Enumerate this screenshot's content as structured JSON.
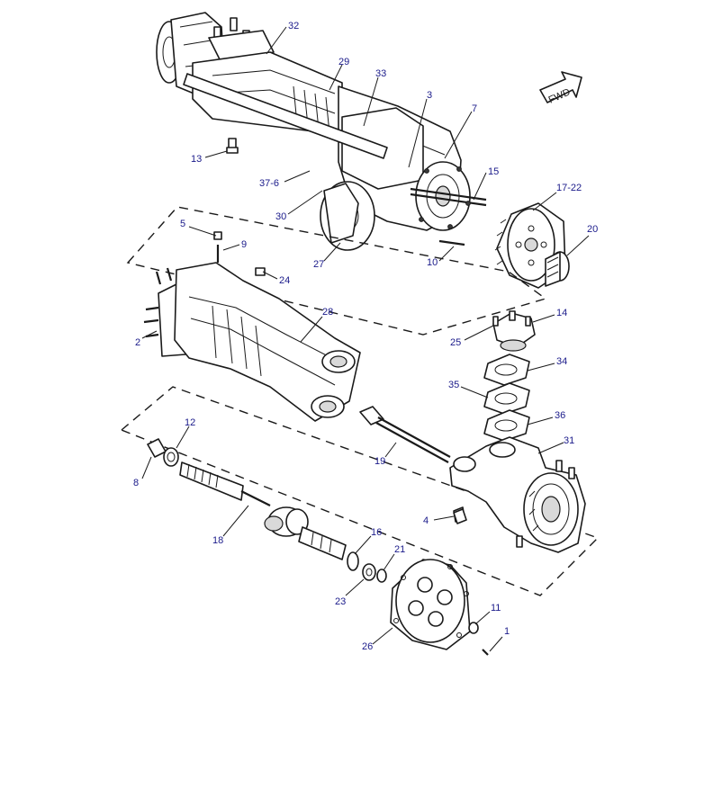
{
  "callouts": [
    {
      "id": "c32",
      "text": "32"
    },
    {
      "id": "c29",
      "text": "29"
    },
    {
      "id": "c33",
      "text": "33"
    },
    {
      "id": "c3",
      "text": "3"
    },
    {
      "id": "c7",
      "text": "7"
    },
    {
      "id": "c13",
      "text": "13"
    },
    {
      "id": "c15",
      "text": "15"
    },
    {
      "id": "c37_6",
      "text": "37-6"
    },
    {
      "id": "c30",
      "text": "30"
    },
    {
      "id": "c27",
      "text": "27"
    },
    {
      "id": "c10",
      "text": "10"
    },
    {
      "id": "c17_22",
      "text": "17-22"
    },
    {
      "id": "c20",
      "text": "20"
    },
    {
      "id": "c5",
      "text": "5"
    },
    {
      "id": "c9",
      "text": "9"
    },
    {
      "id": "c24",
      "text": "24"
    },
    {
      "id": "c28",
      "text": "28"
    },
    {
      "id": "c2",
      "text": "2"
    },
    {
      "id": "c14",
      "text": "14"
    },
    {
      "id": "c25",
      "text": "25"
    },
    {
      "id": "c34",
      "text": "34"
    },
    {
      "id": "c35",
      "text": "35"
    },
    {
      "id": "c36",
      "text": "36"
    },
    {
      "id": "c31",
      "text": "31"
    },
    {
      "id": "c12",
      "text": "12"
    },
    {
      "id": "c8",
      "text": "8"
    },
    {
      "id": "c19",
      "text": "19"
    },
    {
      "id": "c4",
      "text": "4"
    },
    {
      "id": "c18",
      "text": "18"
    },
    {
      "id": "c16",
      "text": "16"
    },
    {
      "id": "c21",
      "text": "21"
    },
    {
      "id": "c23",
      "text": "23"
    },
    {
      "id": "c11",
      "text": "11"
    },
    {
      "id": "c26",
      "text": "26"
    },
    {
      "id": "c1",
      "text": "1"
    }
  ],
  "direction_arrow": {
    "label": "FWD"
  },
  "colors": {
    "line": "#1a1a1a",
    "callout": "#1a1a8a",
    "background": "#ffffff"
  }
}
